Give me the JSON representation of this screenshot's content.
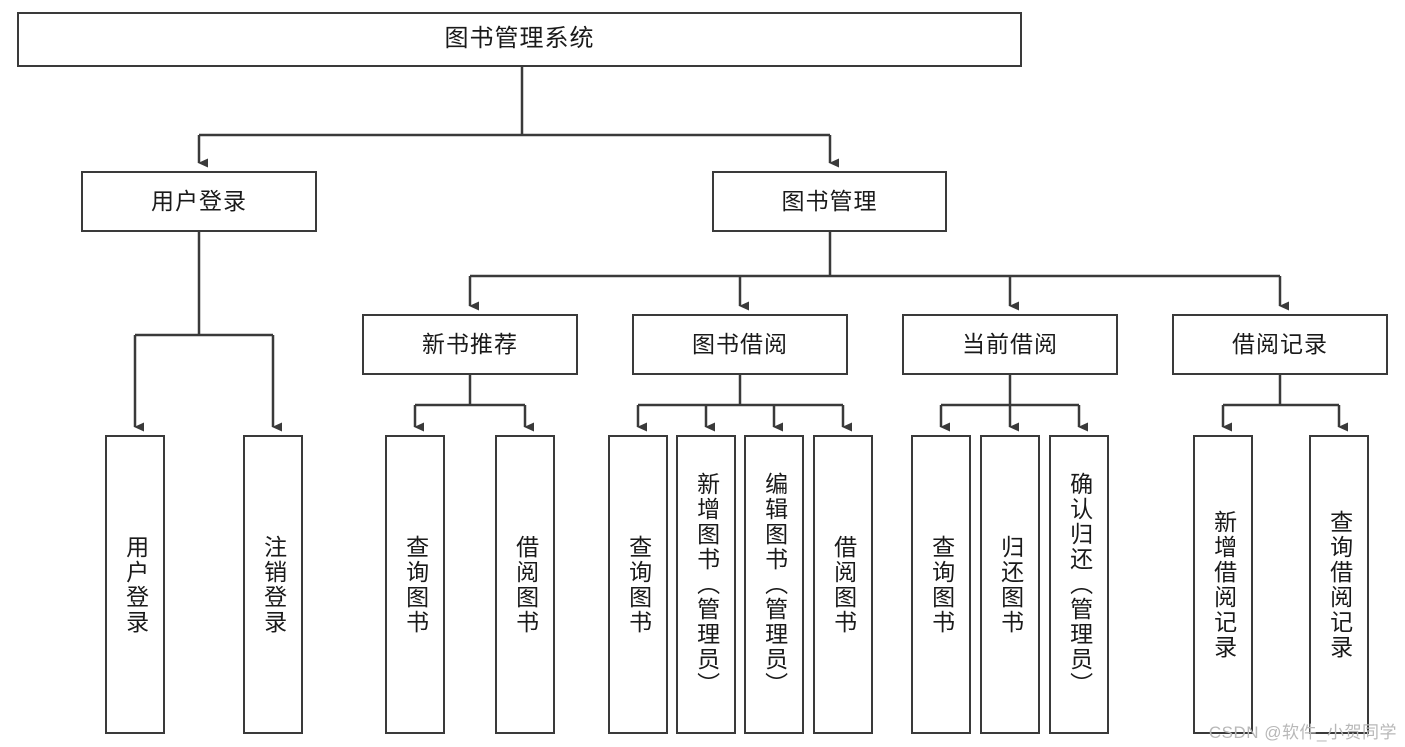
{
  "diagram": {
    "title": "图书管理系统",
    "type": "tree-hierarchy-chart",
    "root": {
      "label": "图书管理系统"
    },
    "level2": [
      {
        "label": "用户登录"
      },
      {
        "label": "图书管理"
      }
    ],
    "level3": [
      {
        "label": "新书推荐"
      },
      {
        "label": "图书借阅"
      },
      {
        "label": "当前借阅"
      },
      {
        "label": "借阅记录"
      }
    ],
    "leaves": {
      "user_login": [
        {
          "label": "用户登录"
        },
        {
          "label": "注销登录"
        }
      ],
      "new_book_recommend": [
        {
          "label": "查询图书"
        },
        {
          "label": "借阅图书"
        }
      ],
      "book_borrow": [
        {
          "label": "查询图书"
        },
        {
          "label": "新增图书（管理员）"
        },
        {
          "label": "编辑图书（管理员）"
        },
        {
          "label": "借阅图书"
        }
      ],
      "current_borrow": [
        {
          "label": "查询图书"
        },
        {
          "label": "归还图书"
        },
        {
          "label": "确认归还（管理员）"
        }
      ],
      "borrow_records": [
        {
          "label": "新增借阅记录"
        },
        {
          "label": "查询借阅记录"
        }
      ]
    }
  },
  "watermark": {
    "text": "CSDN @软件_小贺同学"
  },
  "colors": {
    "stroke": "#3a3a3a",
    "fill": "#ffffff",
    "text": "#1a1a1a",
    "watermark": "#b8b8b8"
  }
}
